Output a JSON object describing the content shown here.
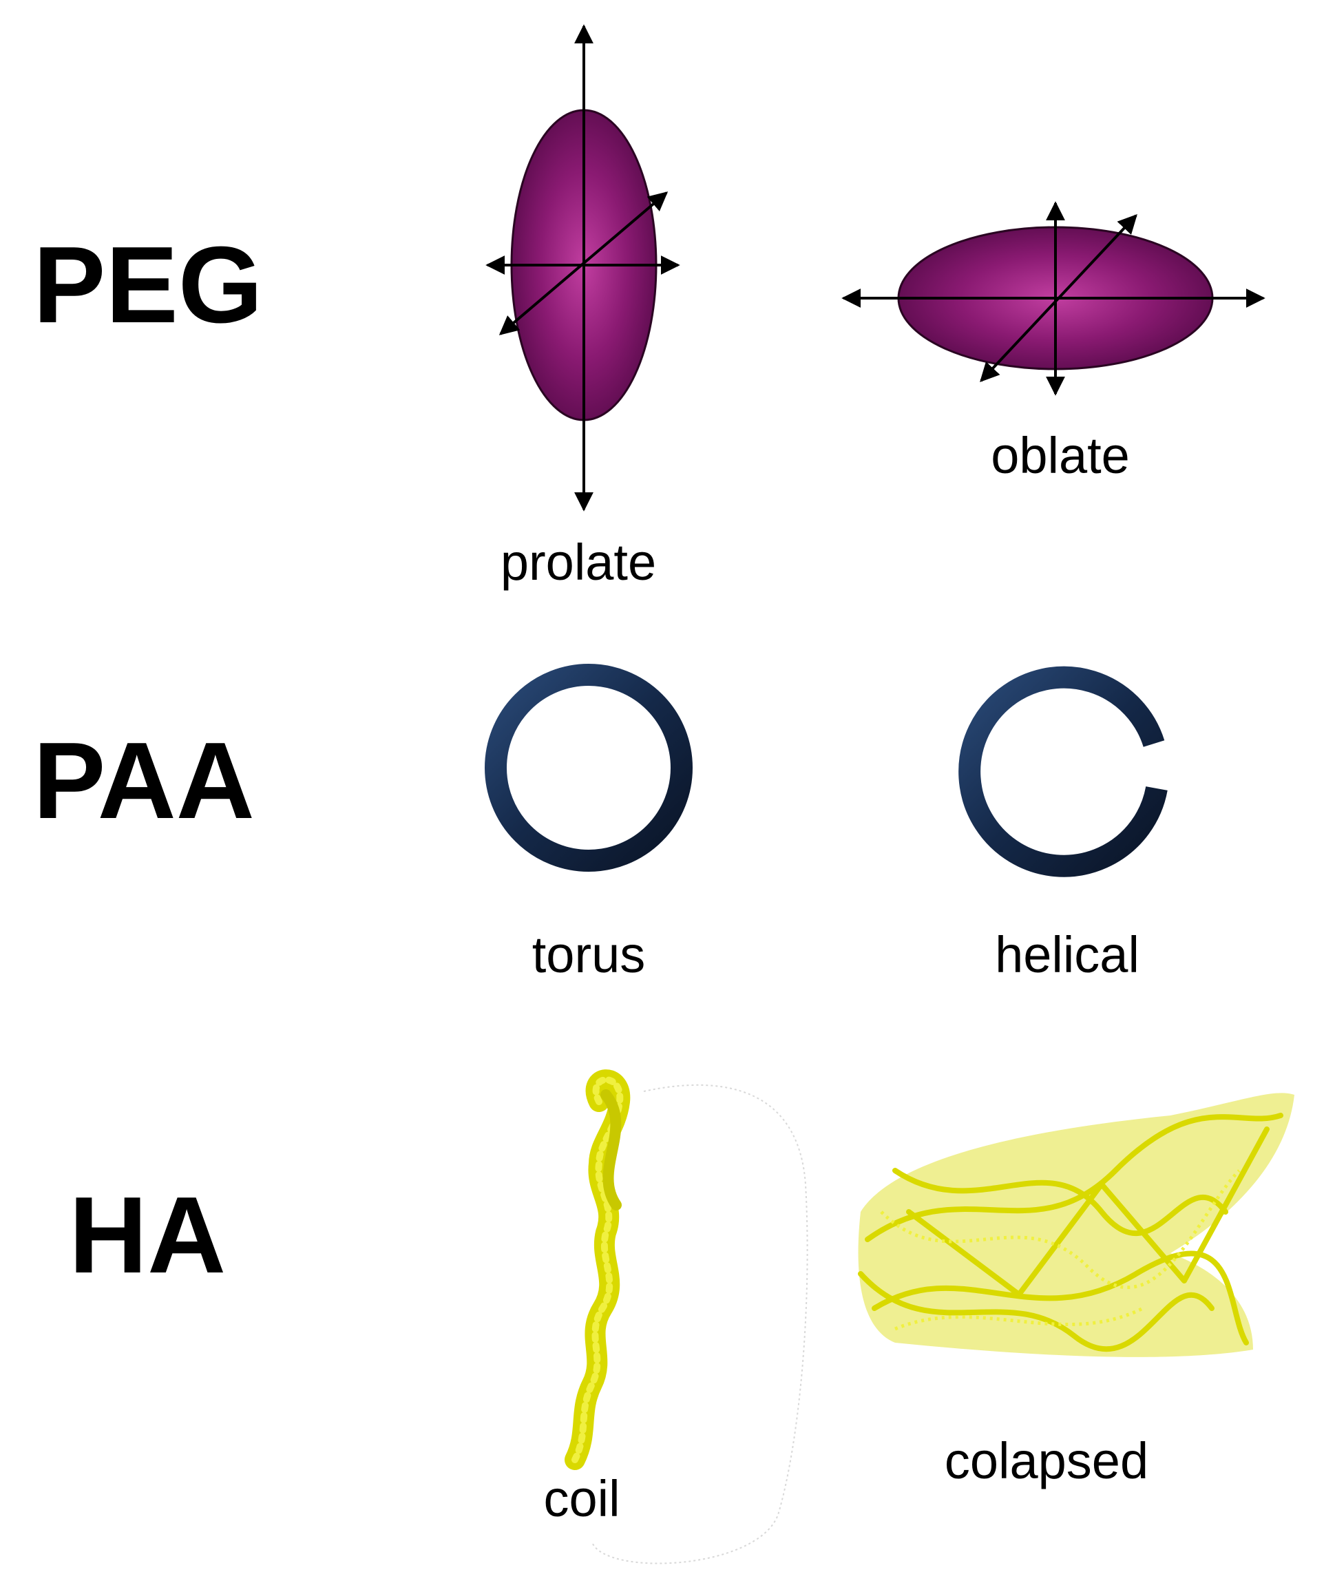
{
  "rows": [
    {
      "label": "PEG",
      "shapes": [
        "prolate",
        "oblate"
      ]
    },
    {
      "label": "PAA",
      "shapes": [
        "torus",
        "helical"
      ]
    },
    {
      "label": "HA",
      "shapes": [
        "coil",
        "colapsed"
      ]
    }
  ],
  "colors": {
    "ellipsoid_center": "#c13ea0",
    "ellipsoid_edge": "#5a0b4c",
    "ring_light": "#2a4a78",
    "ring_dark": "#0a1426",
    "polymer": "#d9d900",
    "polymer_highlight": "#f0f040"
  }
}
